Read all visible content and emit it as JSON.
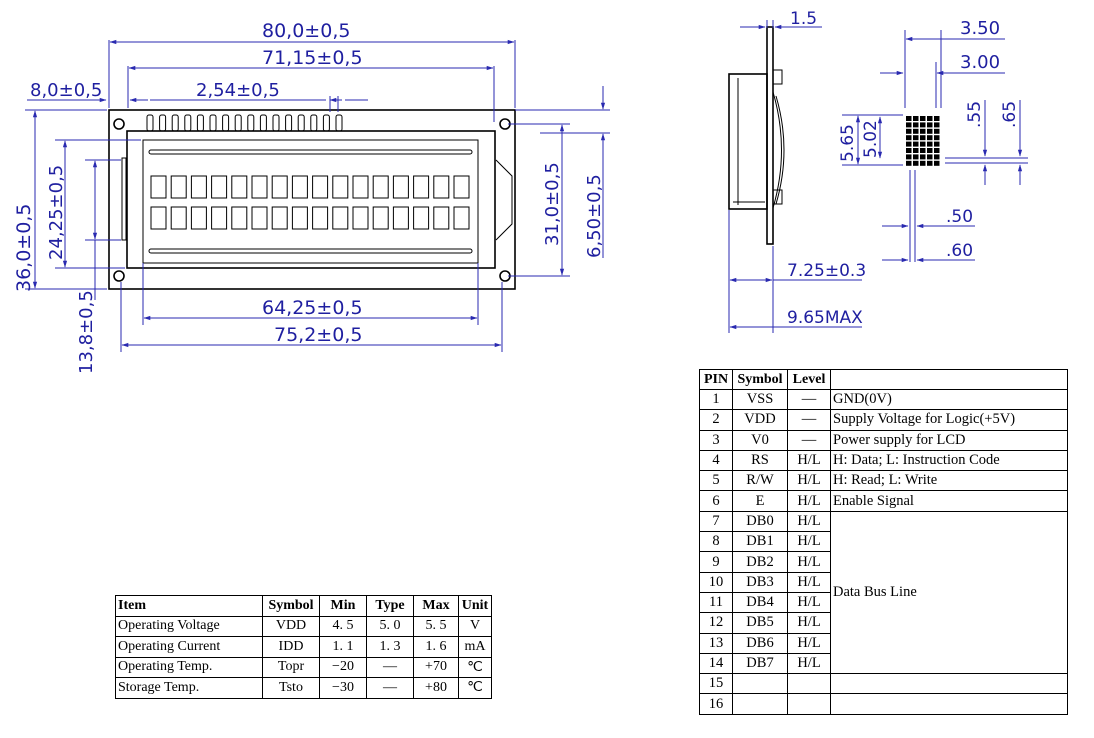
{
  "dimensions": {
    "overall_width": "80,0±0,5",
    "mount_hole_spacing": "71,15±0,5",
    "pin1_offset": "8,0±0,5",
    "pin_pitch": "2,54±0,5",
    "overall_height": "36,0±0,5",
    "view_area_height": "24,25±0,5",
    "hole_vertical_spacing": "31,0±0,5",
    "pin_row_offset": "6,50±0,5",
    "bezel_offset": "13,8±0,5",
    "view_area_width": "64,25±0,5",
    "bezel_width": "75,2±0,5",
    "pcb_thickness": "1.5",
    "pixel_pitch": "3.50",
    "char_width": "3.00",
    "char_height_pitch": "5.65",
    "char_height": "5.02",
    "dot_pitch_v": ".55",
    "dot_size_v": ".65",
    "dot_size_h": ".50",
    "dot_pitch_h": ".60",
    "module_thickness": "7.25±0.3",
    "max_thickness": "9.65MAX"
  },
  "spec_table": {
    "headers": [
      "Item",
      "Symbol",
      "Min",
      "Type",
      "Max",
      "Unit"
    ],
    "rows": [
      [
        "Operating  Voltage",
        "VDD",
        "4. 5",
        "5. 0",
        "5. 5",
        "V"
      ],
      [
        "Operating  Current",
        "IDD",
        "1. 1",
        "1. 3",
        "1. 6",
        "mA"
      ],
      [
        "Operating  Temp.",
        "Topr",
        "−20",
        "—",
        "+70",
        "℃"
      ],
      [
        "Storage  Temp.",
        "Tsto",
        "−30",
        "—",
        "+80",
        "℃"
      ]
    ]
  },
  "pin_table": {
    "headers": [
      "PIN",
      "Symbol",
      "Level",
      ""
    ],
    "rows": [
      [
        "1",
        "VSS",
        "—",
        "GND(0V)"
      ],
      [
        "2",
        "VDD",
        "—",
        " Supply Voltage for Logic(+5V)"
      ],
      [
        "3",
        "V0",
        "—",
        "Power supply for LCD"
      ],
      [
        "4",
        "RS",
        "H/L",
        "H: Data;    L: Instruction Code"
      ],
      [
        "5",
        "R/W",
        "H/L",
        "H: Read;   L: Write"
      ],
      [
        "6",
        "E",
        "H/L",
        "Enable Signal"
      ],
      [
        "7",
        "DB0",
        "H/L",
        ""
      ],
      [
        "8",
        "DB1",
        "H/L",
        ""
      ],
      [
        "9",
        "DB2",
        "H/L",
        ""
      ],
      [
        "10",
        "DB3",
        "H/L",
        ""
      ],
      [
        "11",
        "DB4",
        "H/L",
        ""
      ],
      [
        "12",
        "DB5",
        "H/L",
        ""
      ],
      [
        "13",
        "DB6",
        "H/L",
        ""
      ],
      [
        "14",
        "DB7",
        "H/L",
        ""
      ],
      [
        "15",
        "",
        "",
        ""
      ],
      [
        "16",
        "",
        "",
        ""
      ]
    ],
    "bus_label": "Data Bus Line"
  }
}
